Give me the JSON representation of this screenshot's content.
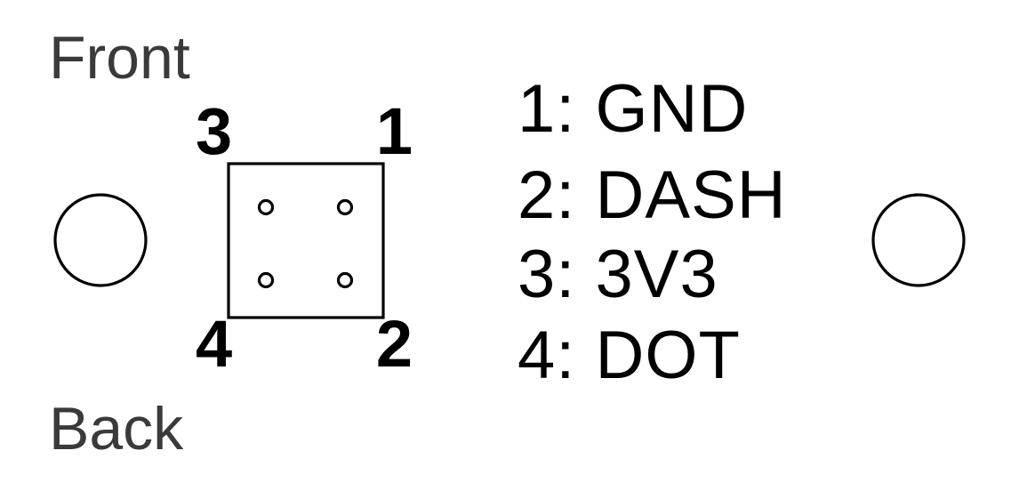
{
  "diagram": {
    "title_front": "Front",
    "title_back": "Back",
    "colors": {
      "orientation_label": "#3a3a3a",
      "outline": "#000000",
      "background": "#ffffff"
    },
    "connector": {
      "shape": "square",
      "pin_count": 4,
      "corner_numbers": {
        "top_left": "3",
        "top_right": "1",
        "bottom_left": "4",
        "bottom_right": "2"
      }
    },
    "mounting_holes": {
      "count": 2,
      "left_label": "mounting-hole-left",
      "right_label": "mounting-hole-right"
    },
    "legend": [
      {
        "number": "1",
        "signal": "GND",
        "text": "1: GND"
      },
      {
        "number": "2",
        "signal": "DASH",
        "text": "2: DASH"
      },
      {
        "number": "3",
        "signal": "3V3",
        "text": "3: 3V3"
      },
      {
        "number": "4",
        "signal": "DOT",
        "text": "4: DOT"
      }
    ]
  }
}
